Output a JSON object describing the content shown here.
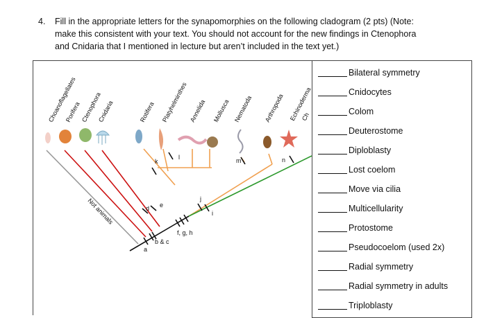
{
  "question": {
    "number": "4.",
    "lines": [
      "Fill in the appropriate letters for the synapomorphies on the following cladogram (2 pts)  (Note:",
      "make this consistent with your text.  You should not account for the new findings in Ctenophora",
      "and Cnidaria that I mentioned in lecture but aren’t included in the text yet.)"
    ]
  },
  "cladogram": {
    "taxa": [
      "Choanoflagellates",
      "Porifera",
      "Ctenophora",
      "Cnidaria",
      "Rotifera",
      "Platyhelminthes",
      "Annelida",
      "Mollusca",
      "Nematoda",
      "Arthropoda",
      "Echinoderma",
      "Ch"
    ],
    "outgroup_label": "Not animals",
    "markers": [
      "a",
      "b & c",
      "d",
      "e",
      "f, g, h",
      "i",
      "j",
      "k",
      "l",
      "m",
      "n"
    ],
    "colors": {
      "gray": "#999999",
      "red": "#cc1111",
      "orange": "#f0a050",
      "green": "#2e9a2e",
      "black": "#111111"
    }
  },
  "answers": [
    "Bilateral symmetry",
    "Cnidocytes",
    " Colom",
    "Deuterostome",
    "Diploblasty",
    "Lost coelom",
    "Move via cilia",
    "Multicellularity",
    "Protostome",
    "Pseudocoelom (used 2x)",
    "Radial symmetry",
    "Radial symmetry in adults",
    "Triploblasty"
  ]
}
